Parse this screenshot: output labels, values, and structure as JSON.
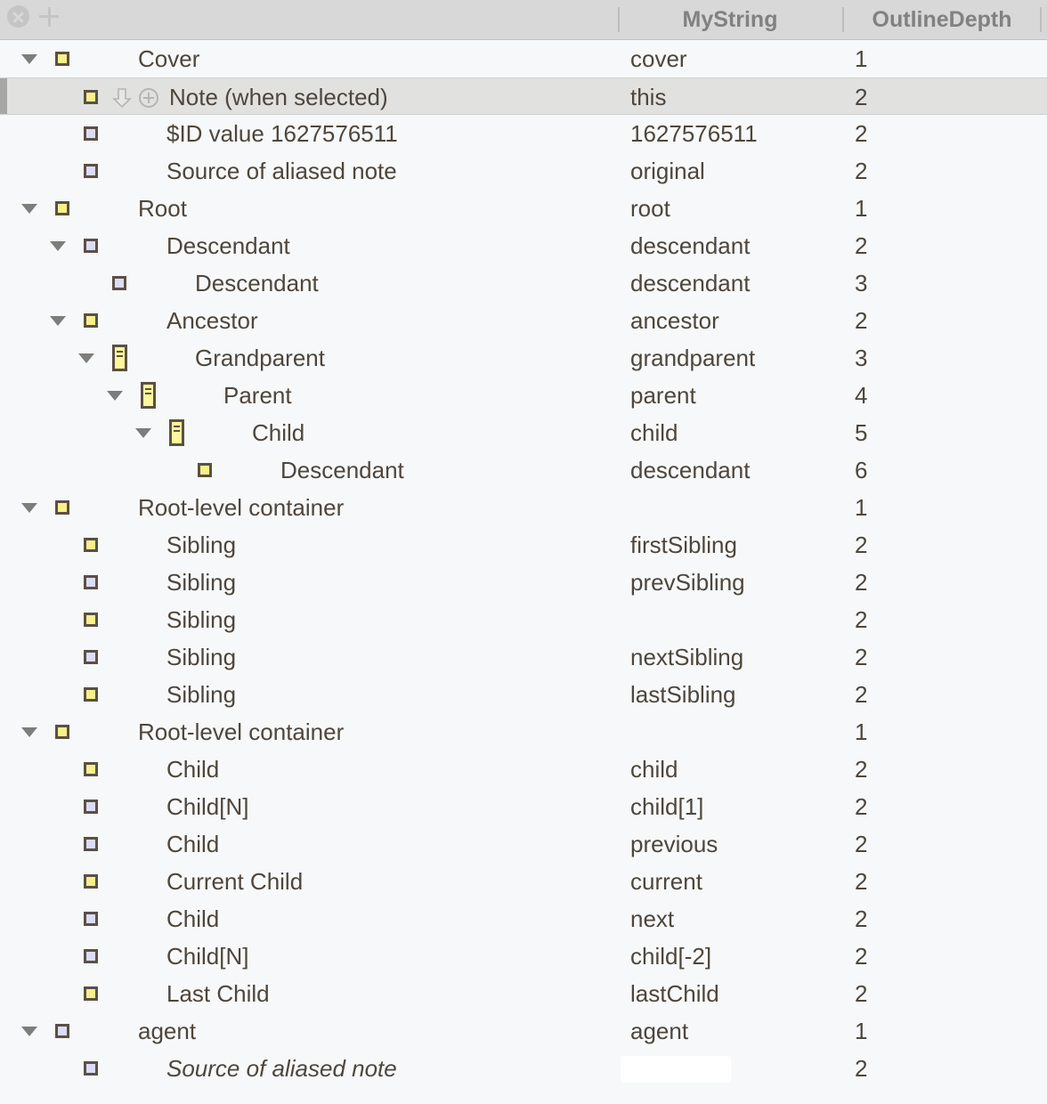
{
  "toolbar": {
    "remove_icon": "remove-circle-icon",
    "add_icon": "plus-icon",
    "columns": [
      {
        "label": "MyString"
      },
      {
        "label": "OutlineDepth"
      }
    ]
  },
  "outline": {
    "rows": [
      {
        "title": "Cover",
        "mystring": "cover",
        "depth": "1",
        "indent": 0,
        "disclosure": true,
        "icon": "square-yellow",
        "selected": false,
        "italic": false,
        "extra_icons": []
      },
      {
        "title": "Note (when selected)",
        "mystring": "this",
        "depth": "2",
        "indent": 1,
        "disclosure": false,
        "icon": "square-yellow",
        "selected": true,
        "italic": false,
        "extra_icons": [
          "arrow-down-icon",
          "plus-circle-icon"
        ]
      },
      {
        "title": "$ID value 1627576511",
        "mystring": "1627576511",
        "depth": "2",
        "indent": 1,
        "disclosure": false,
        "icon": "square-lavender",
        "selected": false,
        "italic": false,
        "extra_icons": []
      },
      {
        "title": "Source of aliased note",
        "mystring": "original",
        "depth": "2",
        "indent": 1,
        "disclosure": false,
        "icon": "square-lavender",
        "selected": false,
        "italic": false,
        "extra_icons": []
      },
      {
        "title": "Root",
        "mystring": "root",
        "depth": "1",
        "indent": 0,
        "disclosure": true,
        "icon": "square-yellow",
        "selected": false,
        "italic": false,
        "extra_icons": []
      },
      {
        "title": "Descendant",
        "mystring": "descendant",
        "depth": "2",
        "indent": 1,
        "disclosure": true,
        "icon": "square-lavender",
        "selected": false,
        "italic": false,
        "extra_icons": []
      },
      {
        "title": "Descendant",
        "mystring": "descendant",
        "depth": "3",
        "indent": 2,
        "disclosure": false,
        "icon": "square-lavender",
        "selected": false,
        "italic": false,
        "extra_icons": []
      },
      {
        "title": "Ancestor",
        "mystring": "ancestor",
        "depth": "2",
        "indent": 1,
        "disclosure": true,
        "icon": "square-yellow",
        "selected": false,
        "italic": false,
        "extra_icons": []
      },
      {
        "title": "Grandparent",
        "mystring": "grandparent",
        "depth": "3",
        "indent": 2,
        "disclosure": true,
        "icon": "note-tall-yellow",
        "selected": false,
        "italic": false,
        "extra_icons": []
      },
      {
        "title": "Parent",
        "mystring": "parent",
        "depth": "4",
        "indent": 3,
        "disclosure": true,
        "icon": "note-tall-yellow",
        "selected": false,
        "italic": false,
        "extra_icons": []
      },
      {
        "title": "Child",
        "mystring": "child",
        "depth": "5",
        "indent": 4,
        "disclosure": true,
        "icon": "note-tall-yellow",
        "selected": false,
        "italic": false,
        "extra_icons": []
      },
      {
        "title": "Descendant",
        "mystring": "descendant",
        "depth": "6",
        "indent": 5,
        "disclosure": false,
        "icon": "square-yellow",
        "selected": false,
        "italic": false,
        "extra_icons": []
      },
      {
        "title": "Root-level container",
        "mystring": "",
        "depth": "1",
        "indent": 0,
        "disclosure": true,
        "icon": "square-yellow",
        "selected": false,
        "italic": false,
        "extra_icons": []
      },
      {
        "title": "Sibling",
        "mystring": "firstSibling",
        "depth": "2",
        "indent": 1,
        "disclosure": false,
        "icon": "square-yellow",
        "selected": false,
        "italic": false,
        "extra_icons": []
      },
      {
        "title": "Sibling",
        "mystring": "prevSibling",
        "depth": "2",
        "indent": 1,
        "disclosure": false,
        "icon": "square-lavender",
        "selected": false,
        "italic": false,
        "extra_icons": []
      },
      {
        "title": "Sibling",
        "mystring": "",
        "depth": "2",
        "indent": 1,
        "disclosure": false,
        "icon": "square-yellow",
        "selected": false,
        "italic": false,
        "extra_icons": []
      },
      {
        "title": "Sibling",
        "mystring": "nextSibling",
        "depth": "2",
        "indent": 1,
        "disclosure": false,
        "icon": "square-lavender",
        "selected": false,
        "italic": false,
        "extra_icons": []
      },
      {
        "title": "Sibling",
        "mystring": "lastSibling",
        "depth": "2",
        "indent": 1,
        "disclosure": false,
        "icon": "square-yellow",
        "selected": false,
        "italic": false,
        "extra_icons": []
      },
      {
        "title": "Root-level container",
        "mystring": "",
        "depth": "1",
        "indent": 0,
        "disclosure": true,
        "icon": "square-yellow",
        "selected": false,
        "italic": false,
        "extra_icons": []
      },
      {
        "title": "Child",
        "mystring": "child",
        "depth": "2",
        "indent": 1,
        "disclosure": false,
        "icon": "square-yellow",
        "selected": false,
        "italic": false,
        "extra_icons": []
      },
      {
        "title": "Child[N]",
        "mystring": "child[1]",
        "depth": "2",
        "indent": 1,
        "disclosure": false,
        "icon": "square-lavender",
        "selected": false,
        "italic": false,
        "extra_icons": []
      },
      {
        "title": "Child",
        "mystring": "previous",
        "depth": "2",
        "indent": 1,
        "disclosure": false,
        "icon": "square-lavender",
        "selected": false,
        "italic": false,
        "extra_icons": []
      },
      {
        "title": "Current Child",
        "mystring": "current",
        "depth": "2",
        "indent": 1,
        "disclosure": false,
        "icon": "square-yellow",
        "selected": false,
        "italic": false,
        "extra_icons": []
      },
      {
        "title": "Child",
        "mystring": "next",
        "depth": "2",
        "indent": 1,
        "disclosure": false,
        "icon": "square-lavender",
        "selected": false,
        "italic": false,
        "extra_icons": []
      },
      {
        "title": "Child[N]",
        "mystring": "child[-2]",
        "depth": "2",
        "indent": 1,
        "disclosure": false,
        "icon": "square-lavender",
        "selected": false,
        "italic": false,
        "extra_icons": []
      },
      {
        "title": "Last Child",
        "mystring": "lastChild",
        "depth": "2",
        "indent": 1,
        "disclosure": false,
        "icon": "square-yellow",
        "selected": false,
        "italic": false,
        "extra_icons": []
      },
      {
        "title": "agent",
        "mystring": "agent",
        "depth": "1",
        "indent": 0,
        "disclosure": true,
        "icon": "square-lavender",
        "selected": false,
        "italic": false,
        "extra_icons": []
      },
      {
        "title": "Source of aliased note",
        "mystring": "",
        "depth": "2",
        "indent": 1,
        "disclosure": false,
        "icon": "square-lavender",
        "selected": false,
        "italic": true,
        "extra_icons": [],
        "edit_field": true
      }
    ]
  },
  "colors": {
    "toolbar_bg": "#d8d8d8",
    "body_bg": "#f7f8f9",
    "selected_row_bg": "#e1e1e0",
    "text": "#4e463c",
    "header_text": "#818181",
    "icon_yellow": "#f8f08a",
    "icon_lavender": "#dcdcf8",
    "icon_border": "#5a5045"
  }
}
